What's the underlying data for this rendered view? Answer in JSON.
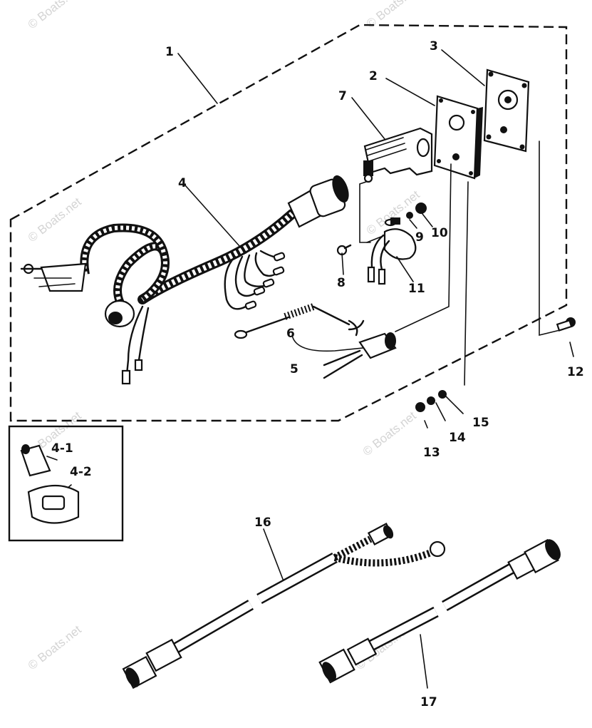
{
  "watermark": "© Boats.net",
  "callouts": {
    "c1": "1",
    "c2": "2",
    "c3": "3",
    "c4": "4",
    "c4_1": "4-1",
    "c4_2": "4-2",
    "c5": "5",
    "c6": "6",
    "c7": "7",
    "c8": "8",
    "c9": "9",
    "c10": "10",
    "c11": "11",
    "c12": "12",
    "c13": "13",
    "c14": "14",
    "c15": "15",
    "c16": "16",
    "c17": "17"
  },
  "icons": {
    "main_harness": "wiring-harness-icon",
    "plate_2": "mounting-plate-icon",
    "plate_3": "cover-plate-icon",
    "bracket_7": "bracket-icon",
    "switch_11": "switch-icon",
    "cable_16": "meter-cable-icon",
    "cable_17": "meter-cable-icon"
  }
}
